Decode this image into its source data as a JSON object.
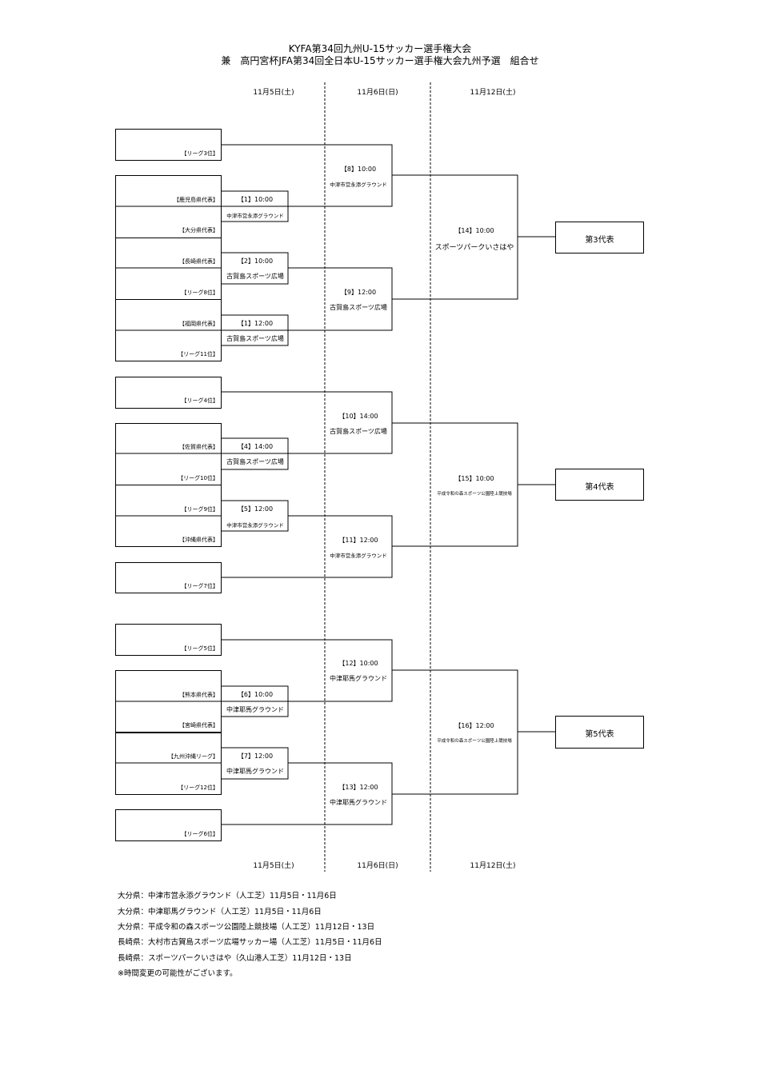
{
  "title": {
    "line1": "KYFA第34回九州U-15サッカー選手権大会",
    "line2": "兼　高円宮杯JFA第34回全日本U-15サッカー選手権大会九州予選　組合せ"
  },
  "dates": {
    "day1": "11月5日(土)",
    "day2": "11月6日(日)",
    "day3": "11月12日(土)"
  },
  "teams": [
    "【リーグ3位】",
    "【鹿児島県代表】",
    "【大分県代表】",
    "【長崎県代表】",
    "【リーグ8位】",
    "【福岡県代表】",
    "【リーグ11位】",
    "【リーグ4位】",
    "【佐賀県代表】",
    "【リーグ10位】",
    "【リーグ9位】",
    "【沖縄県代表】",
    "【リーグ7位】",
    "【リーグ5位】",
    "【熊本県代表】",
    "【宮崎県代表】",
    "【九州沖縄リーグ】",
    "【リーグ12位】",
    "【リーグ6位】"
  ],
  "r1": [
    {
      "match": "【1】10:00",
      "venue": "中津市営永添グラウンド"
    },
    {
      "match": "【2】10:00",
      "venue": "古賀島スポーツ広場"
    },
    {
      "match": "【1】12:00",
      "venue": "古賀島スポーツ広場"
    },
    {
      "match": "【4】14:00",
      "venue": "古賀島スポーツ広場"
    },
    {
      "match": "【5】12:00",
      "venue": "中津市営永添グラウンド"
    },
    {
      "match": "【6】10:00",
      "venue": "中津耶馬グラウンド"
    },
    {
      "match": "【7】12:00",
      "venue": "中津耶馬グラウンド"
    }
  ],
  "r2": [
    {
      "match": "【8】10:00",
      "venue": "中津市営永添グラウンド"
    },
    {
      "match": "【9】12:00",
      "venue": "古賀島スポーツ広場"
    },
    {
      "match": "【10】14:00",
      "venue": "古賀島スポーツ広場"
    },
    {
      "match": "【11】12:00",
      "venue": "中津市営永添グラウンド"
    },
    {
      "match": "【12】10:00",
      "venue": "中津耶馬グラウンド"
    },
    {
      "match": "【13】12:00",
      "venue": "中津耶馬グラウンド"
    }
  ],
  "r3": [
    {
      "match": "【14】10:00",
      "venue": "スポーツパークいさはや"
    },
    {
      "match": "【15】10:00",
      "venue": "平成令和の森スポーツ公園陸上競技場"
    },
    {
      "match": "【16】12:00",
      "venue": "平成令和の森スポーツ公園陸上競技場"
    }
  ],
  "reps": [
    "第3代表",
    "第4代表",
    "第5代表"
  ],
  "notes": [
    "大分県：中津市営永添グラウンド（人工芝）11月5日・11月6日",
    "大分県：中津耶馬グラウンド（人工芝）11月5日・11月6日",
    "大分県：平成令和の森スポーツ公園陸上競技場（人工芝）11月12日・13日",
    "長崎県：大村市古賀島スポーツ広場サッカー場（人工芝）11月5日・11月6日",
    "長崎県：スポーツパークいさはや（久山港人工芝）11月12日・13日",
    "※時間変更の可能性がございます。"
  ]
}
